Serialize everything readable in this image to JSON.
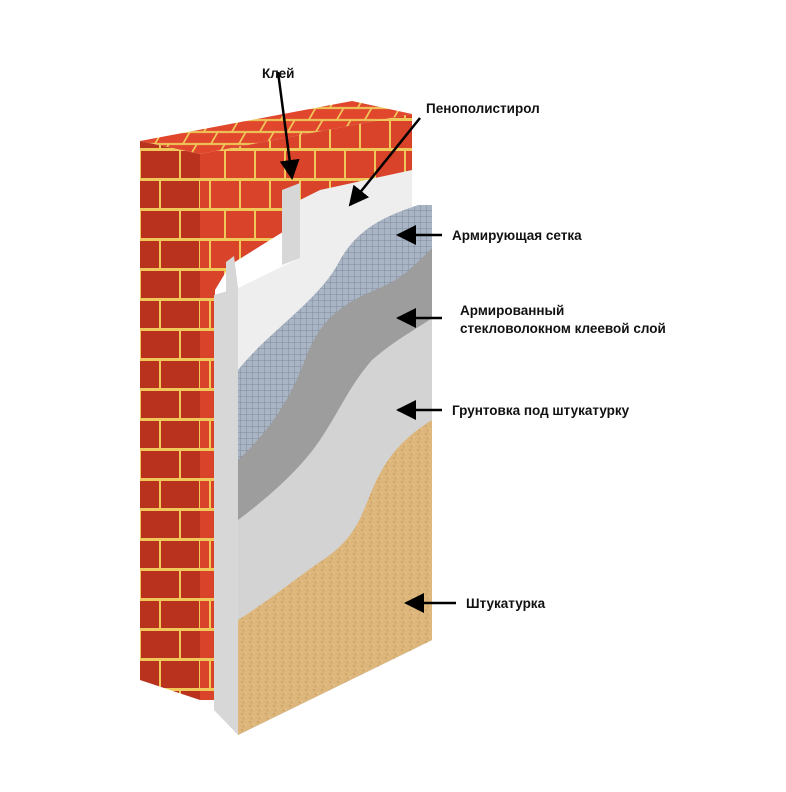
{
  "labels": {
    "glue": "Клей",
    "foam": "Пенополистирол",
    "mesh": "Армирующая сетка",
    "reinforced_line1": "Армированный",
    "reinforced_line2": "стекловолокном клеевой слой",
    "primer": "Грунтовка под штукатурку",
    "plaster": "Штукатурка"
  },
  "colors": {
    "brick": "#d8432a",
    "brick_dark": "#b8321d",
    "brick_top": "#e0472d",
    "mortar": "#f0c85a",
    "foam": "#eeeeee",
    "foam_shade": "#d7d7d7",
    "mesh": "#a9b4c4",
    "adhesive": "#9d9d9d",
    "primer": "#d3d3d3",
    "plaster": "#ddb67c",
    "arrow": "#000000"
  }
}
